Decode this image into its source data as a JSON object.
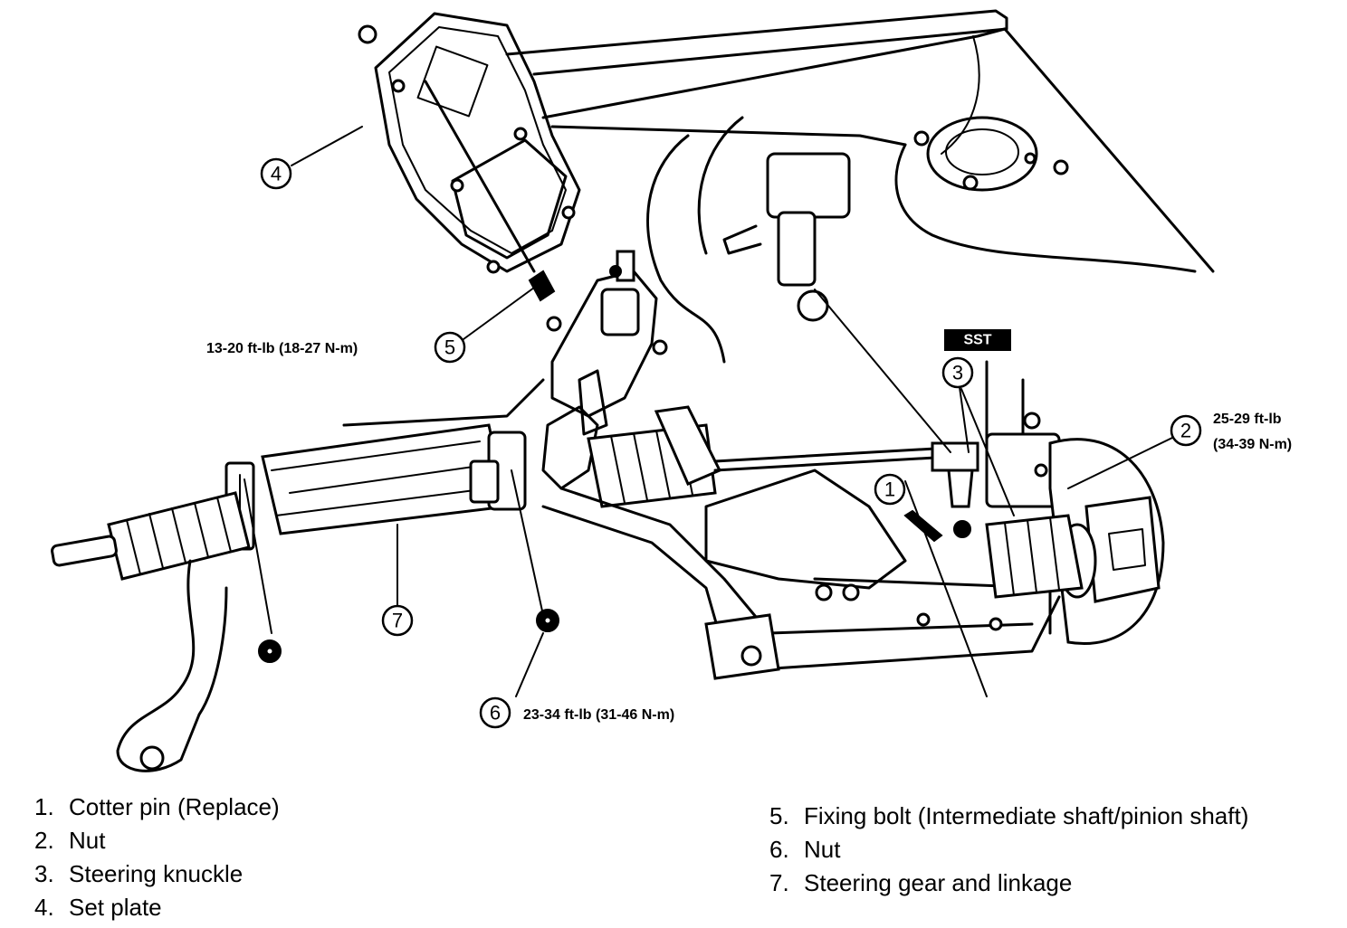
{
  "callouts": [
    {
      "id": "1",
      "label": "1"
    },
    {
      "id": "2",
      "label": "2"
    },
    {
      "id": "3",
      "label": "3"
    },
    {
      "id": "4",
      "label": "4"
    },
    {
      "id": "5",
      "label": "5"
    },
    {
      "id": "6",
      "label": "6"
    },
    {
      "id": "7",
      "label": "7"
    }
  ],
  "torque_specs": {
    "fixing_bolt": "13-20 ft-lb (18-27 N-m)",
    "nut_2_line1": "25-29 ft-lb",
    "nut_2_line2": "(34-39 N-m)",
    "nut_6": "23-34 ft-lb (31-46 N-m)"
  },
  "sst_tag": "SST",
  "legend": {
    "left": [
      {
        "num": "1.",
        "text": "Cotter pin (Replace)"
      },
      {
        "num": "2.",
        "text": "Nut"
      },
      {
        "num": "3.",
        "text": "Steering knuckle"
      },
      {
        "num": "4.",
        "text": "Set plate"
      }
    ],
    "right": [
      {
        "num": "5.",
        "text": "Fixing bolt (Intermediate shaft/pinion shaft)"
      },
      {
        "num": "6.",
        "text": "Nut"
      },
      {
        "num": "7.",
        "text": "Steering gear and linkage"
      }
    ]
  }
}
